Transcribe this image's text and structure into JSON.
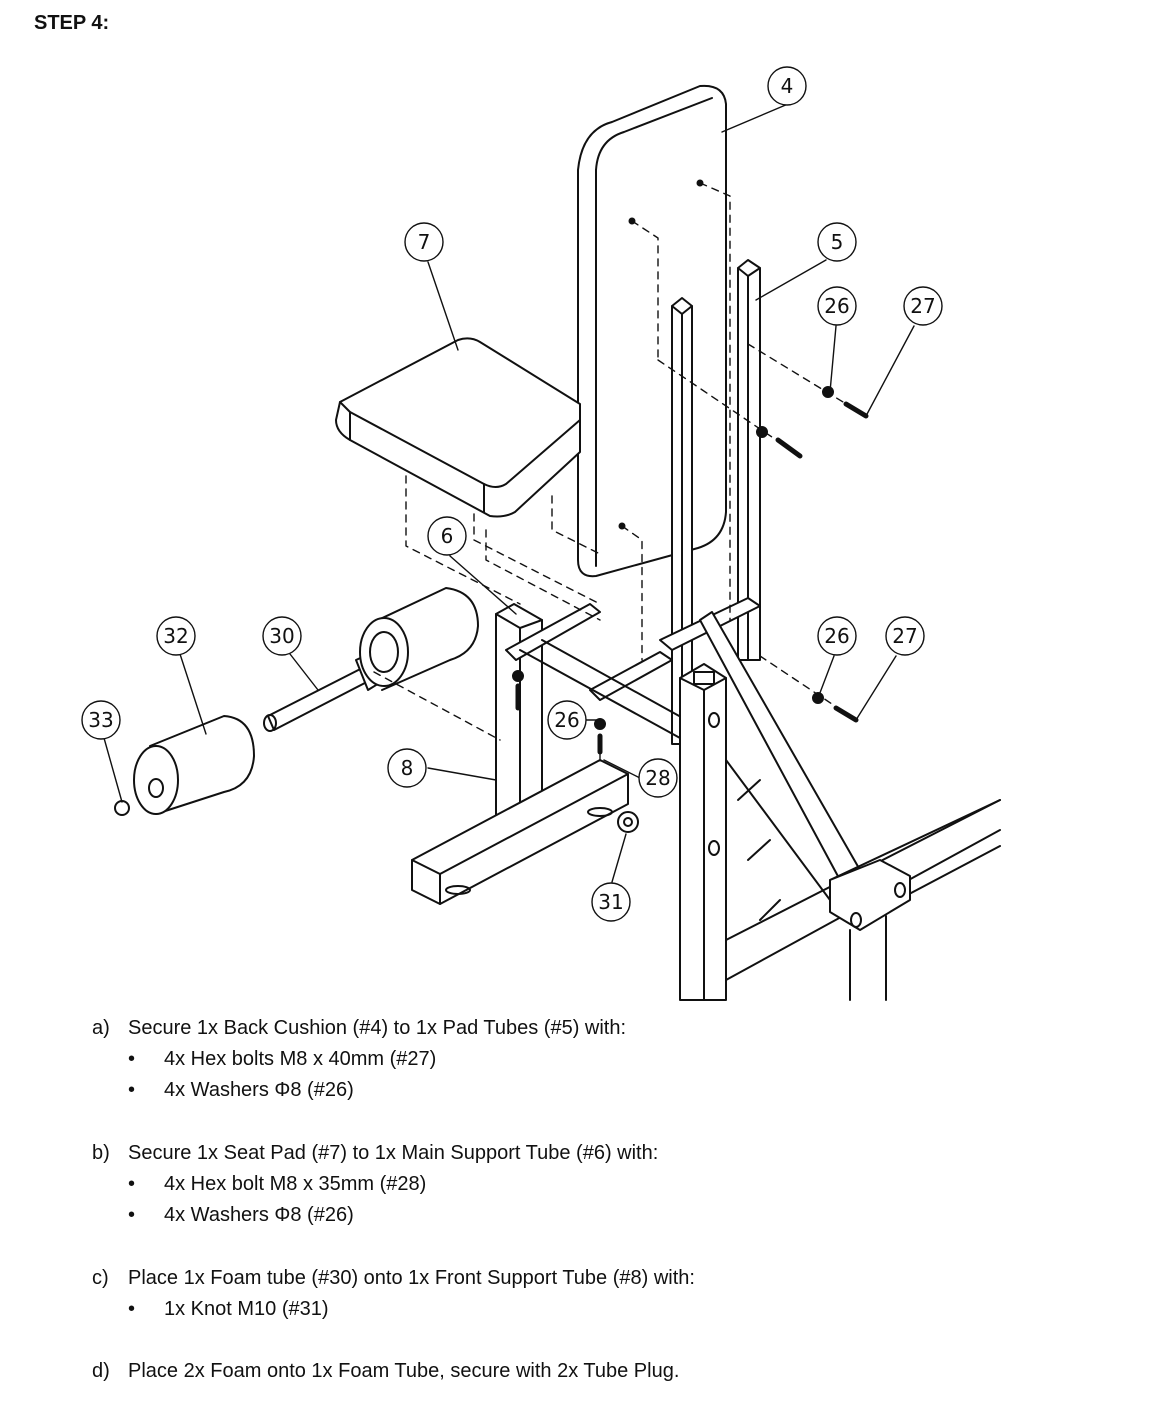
{
  "title": "STEP 4:",
  "callouts": [
    "4",
    "7",
    "5",
    "26",
    "27",
    "6",
    "32",
    "30",
    "26",
    "27",
    "33",
    "26",
    "8",
    "28",
    "31"
  ],
  "instructions": [
    {
      "letter": "a)",
      "text": "Secure 1x Back Cushion (#4) to 1x Pad Tubes (#5) with:",
      "bullets": [
        "4x Hex bolts M8 x 40mm (#27)",
        "4x Washers Φ8 (#26)"
      ]
    },
    {
      "letter": "b)",
      "text": "Secure 1x Seat Pad (#7) to 1x Main Support Tube (#6) with:",
      "bullets": [
        "4x Hex bolt M8 x 35mm (#28)",
        "4x Washers Φ8 (#26)"
      ]
    },
    {
      "letter": "c)",
      "text": "Place 1x Foam tube (#30) onto 1x Front Support Tube (#8) with:",
      "bullets": [
        "1x Knot M10 (#31)"
      ]
    },
    {
      "letter": "d)",
      "text": "Place 2x Foam onto 1x Foam Tube, secure with 2x Tube Plug.",
      "bullets": []
    }
  ]
}
